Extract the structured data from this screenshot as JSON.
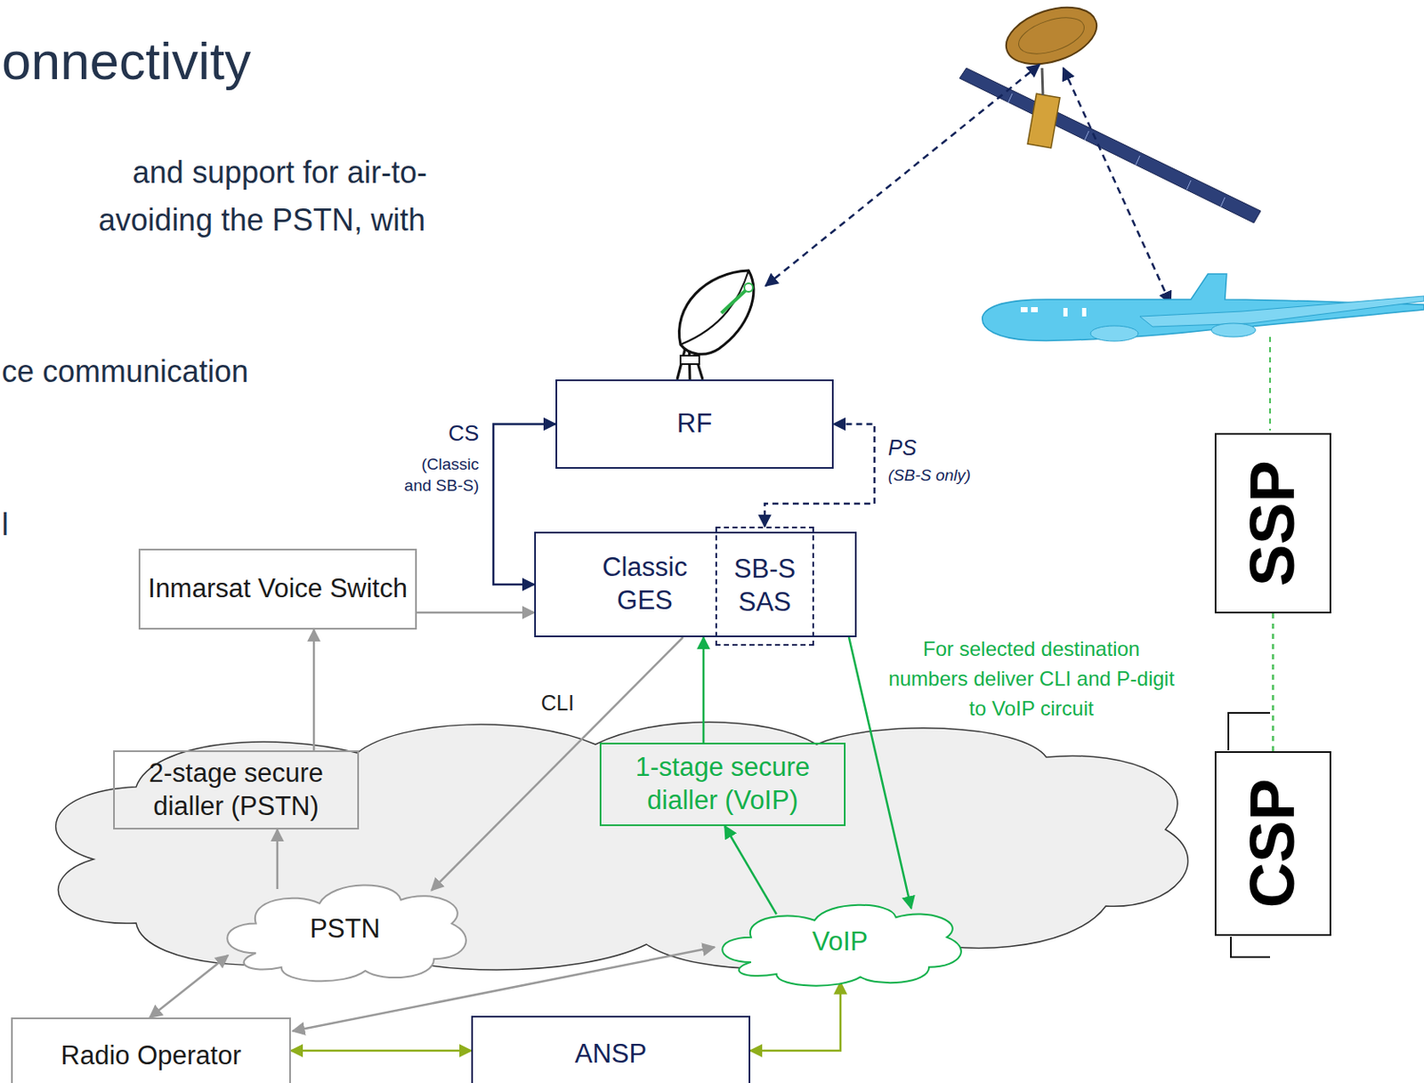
{
  "diagram": {
    "title": "onnectivity",
    "nodes": [
      {
        "text": [
          "RF"
        ]
      },
      {
        "text": [
          "Classic GES"
        ]
      },
      {
        "text": [
          "SB-S SAS"
        ],
        "in": 1
      },
      {
        "text": [
          "Inmarsat Voice Switch"
        ]
      },
      {
        "text": [
          "SSP"
        ]
      },
      {
        "text": [
          "2-stage secure dialler (PSTN)"
        ]
      },
      {
        "text": [
          "1-stage secure dialler (VoIP)"
        ]
      },
      {
        "text": [
          "CSP"
        ]
      },
      {
        "text": [
          "PSTN"
        ]
      },
      {
        "text": [
          "VoIP"
        ]
      },
      {
        "text": [
          "Radio Operator"
        ]
      },
      {
        "text": [
          "ANSP"
        ]
      }
    ],
    "edges": [
      {
        "from": 1,
        "to": 0,
        "arrow": "both"
      },
      {
        "from": 2,
        "to": 0,
        "arrow": "both"
      },
      {
        "from": 3,
        "to": 1,
        "arrow": "to"
      },
      {
        "from": 5,
        "to": 3,
        "arrow": "to"
      },
      {
        "from": 8,
        "to": 5,
        "arrow": "to"
      },
      {
        "from": 1,
        "to": 8,
        "arrow": "to"
      },
      {
        "from": 6,
        "to": 1,
        "arrow": "to"
      },
      {
        "from": 9,
        "to": 6,
        "arrow": "to"
      },
      {
        "from": 1,
        "to": 9,
        "arrow": "to"
      },
      {
        "from": 10,
        "to": 8,
        "arrow": "both"
      },
      {
        "from": 10,
        "to": 9,
        "arrow": "both"
      },
      {
        "from": 10,
        "to": 11,
        "arrow": "both"
      },
      {
        "from": 11,
        "to": 9,
        "arrow": "both"
      },
      {
        "from": 4,
        "to": 7,
        "arrow": "none"
      }
    ],
    "labels": [
      "and support for air-to-",
      "avoiding the PSTN, with",
      "ce communication",
      "l",
      "CS",
      "(Classic and SB-S)",
      "PS",
      "(SB-S only)",
      "CLI",
      "For selected destination numbers deliver CLI and P-digit to VoIP circuit"
    ]
  }
}
